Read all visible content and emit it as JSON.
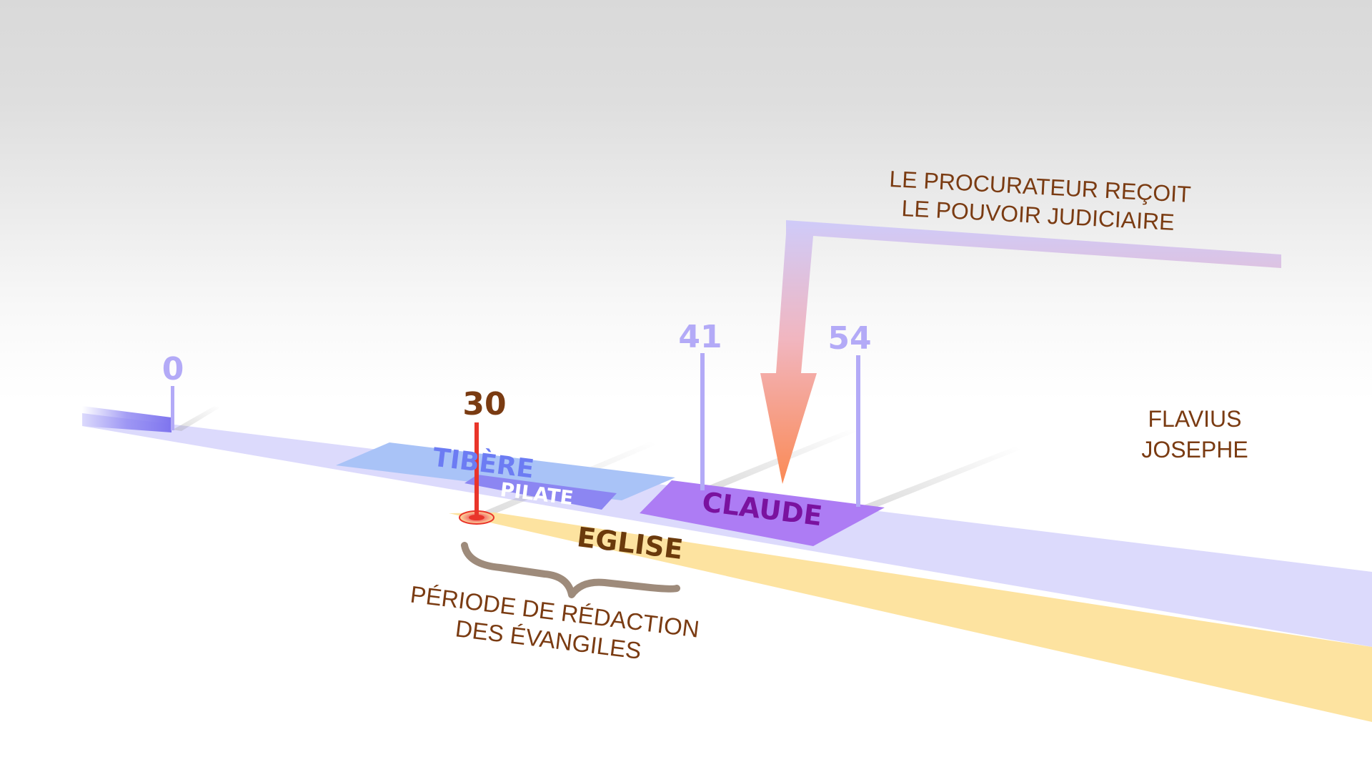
{
  "colors": {
    "timeline": "#dcdafc",
    "tibere_band": "#a9c3f7",
    "pilate_band": "#8c86f2",
    "claude_band": "#ad7cf4",
    "eglise_band": "#fde3a0",
    "year_marker": "#b3aaf7",
    "event_marker": "#e9352a",
    "brown_text": "#7a3b12",
    "arrow_top": "#cfcbf9",
    "arrow_bottom": "#fb8a55"
  },
  "years": {
    "y0": "0",
    "y30": "30",
    "y41": "41",
    "y54": "54"
  },
  "bands": {
    "tibere": "TIBÈRE",
    "pilate": "PILATE",
    "claude": "CLAUDE",
    "eglise": "EGLISE"
  },
  "annotations": {
    "procurator_line1": "LE PROCURATEUR REÇOIT",
    "procurator_line2": "LE POUVOIR JUDICIAIRE",
    "flavius_line1": "FLAVIUS",
    "flavius_line2": "JOSEPHE",
    "period_line1": "PÉRIODE DE RÉDACTION",
    "period_line2": "DES ÉVANGILES"
  }
}
